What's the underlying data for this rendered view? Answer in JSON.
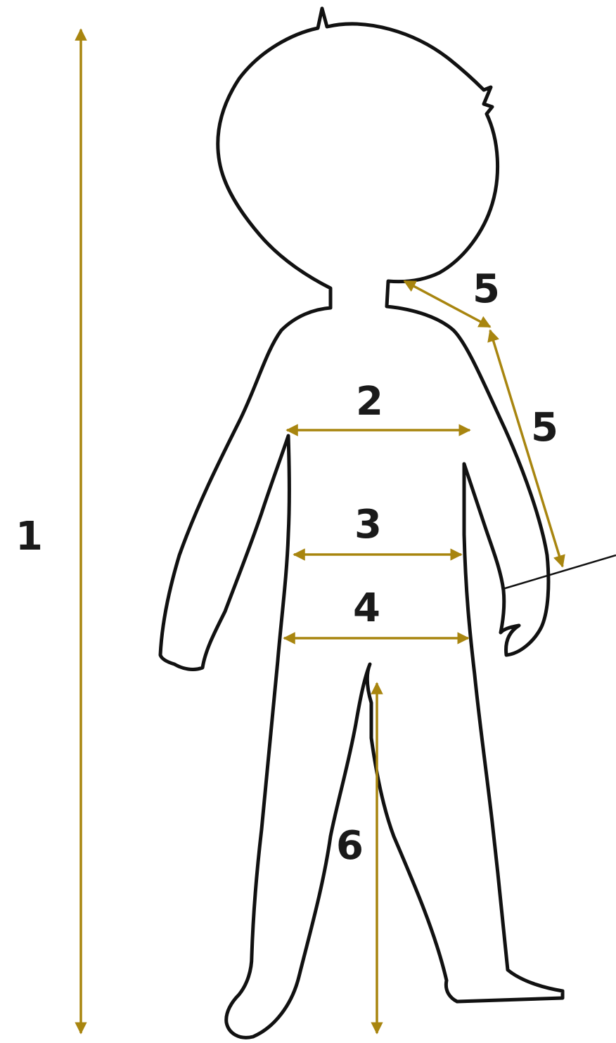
{
  "labels": {
    "height": "1",
    "chest": "2",
    "waist": "3",
    "hips": "4",
    "shoulder": "5",
    "arm": "5",
    "inseam": "6"
  },
  "colors": {
    "arrow": "#a8850f",
    "outline": "#111111",
    "label": "#1a1a1a"
  }
}
